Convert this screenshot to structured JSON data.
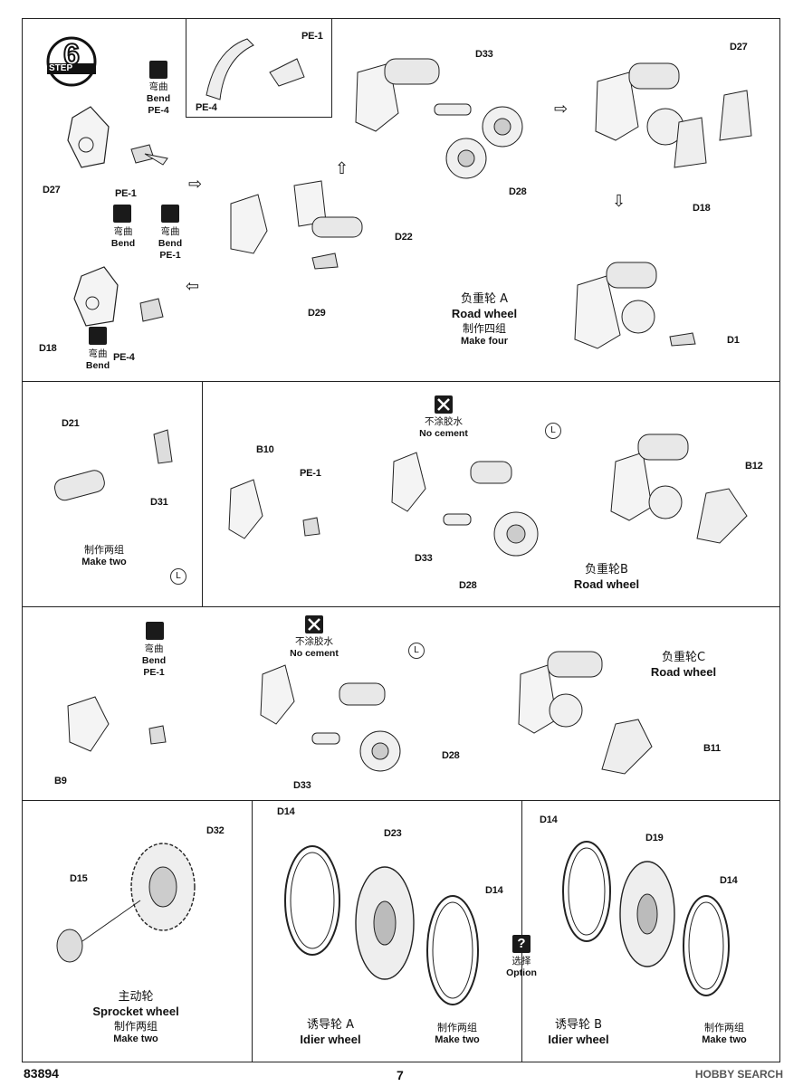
{
  "step": {
    "number": "6",
    "label": "STEP"
  },
  "labels": {
    "pe1": "PE-1",
    "pe4": "PE-4",
    "d27": "D27",
    "d18": "D18",
    "d22": "D22",
    "d29": "D29",
    "d33": "D33",
    "d28": "D28",
    "d1": "D1",
    "d21": "D21",
    "d31": "D31",
    "b10": "B10",
    "b12": "B12",
    "b9": "B9",
    "b11": "B11",
    "d32": "D32",
    "d15": "D15",
    "d14": "D14",
    "d23": "D23",
    "d19": "D19"
  },
  "notes": {
    "bend_cn": "弯曲",
    "bend_en": "Bend",
    "nocement_cn": "不涂胶水",
    "nocement_en": "No cement",
    "option_cn": "选择",
    "option_en": "Option",
    "l_mark": "L"
  },
  "captions": {
    "road_a_cn": "负重轮 A",
    "road_a_en": "Road wheel",
    "make_four_cn": "制作四组",
    "make_four_en": "Make four",
    "make_two_cn": "制作两组",
    "make_two_en": "Make two",
    "road_b_cn": "负重轮B",
    "road_b_en": "Road wheel",
    "road_c_cn": "负重轮C",
    "road_c_en": "Road wheel",
    "sprocket_cn": "主动轮",
    "sprocket_en": "Sprocket wheel",
    "idler_a_cn": "诱导轮 A",
    "idler_a_en": "Idier wheel",
    "idler_b_cn": "诱导轮 B",
    "idler_b_en": "Idier wheel"
  },
  "footer": {
    "code": "83894",
    "page": "7"
  },
  "watermark": "HOBBY SEARCH"
}
